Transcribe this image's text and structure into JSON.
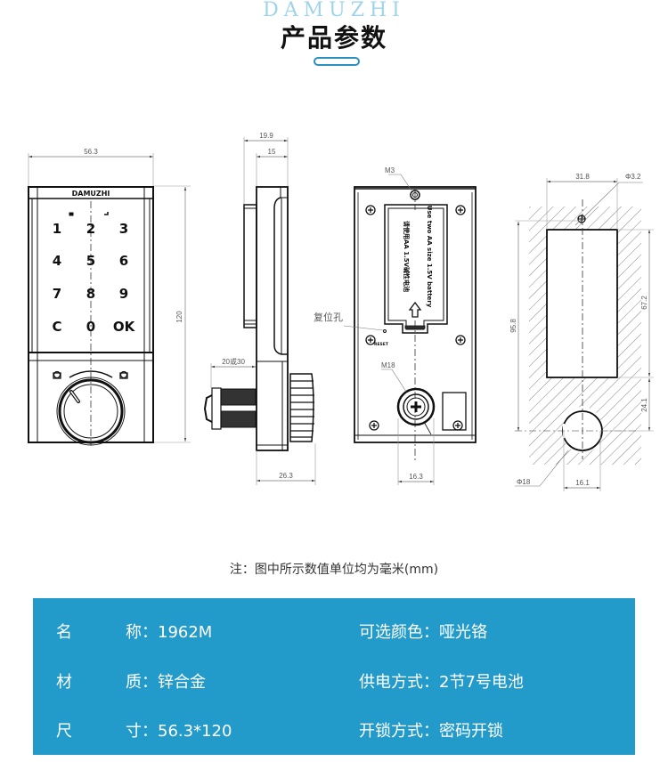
{
  "header": {
    "brand_watermark": "DAMUZHI",
    "title": "产品参数"
  },
  "colors": {
    "accent": "#239bca",
    "watermark": "#9fd3ea",
    "line": "#111111",
    "dimension": "#777777"
  },
  "front_view": {
    "brand": "DAMUZHI",
    "width_dim": "56.3",
    "height_dim": "120",
    "keys": [
      "1",
      "2",
      "3",
      "4",
      "5",
      "6",
      "7",
      "8",
      "9",
      "C",
      "0",
      "OK"
    ]
  },
  "side_view": {
    "depth_dim_outer": "19.9",
    "depth_dim_inner": "15",
    "cam_length_dim": "20或30",
    "knob_depth_dim": "26.3"
  },
  "back_view": {
    "screw_label": "M3",
    "reset_label": "复位孔",
    "reset_small": "RESET",
    "battery_text_cn": "请使用AA 1.5V碱性电池",
    "battery_text_en": "Use two AA size 1.5V battery",
    "thread_label": "M18",
    "center_dim": "16.3"
  },
  "cutout_view": {
    "width_dim": "31.8",
    "hole_small": "Φ3.2",
    "height_total": "95.8",
    "height_upper": "67.2",
    "height_lower": "24.1",
    "hole_large": "Φ18",
    "flat_dim": "16.1"
  },
  "note": "注：图中所示数值单位均为毫米(mm)",
  "specs": {
    "left": [
      {
        "k": "名",
        "rest": "称：1962M"
      },
      {
        "k": "材",
        "rest": "质：锌合金"
      },
      {
        "k": "尺",
        "rest": "寸：56.3*120"
      }
    ],
    "right": [
      {
        "text": "可选颜色：哑光铬"
      },
      {
        "text": "供电方式：2节7号电池"
      },
      {
        "text": "开锁方式：密码开锁"
      }
    ]
  }
}
